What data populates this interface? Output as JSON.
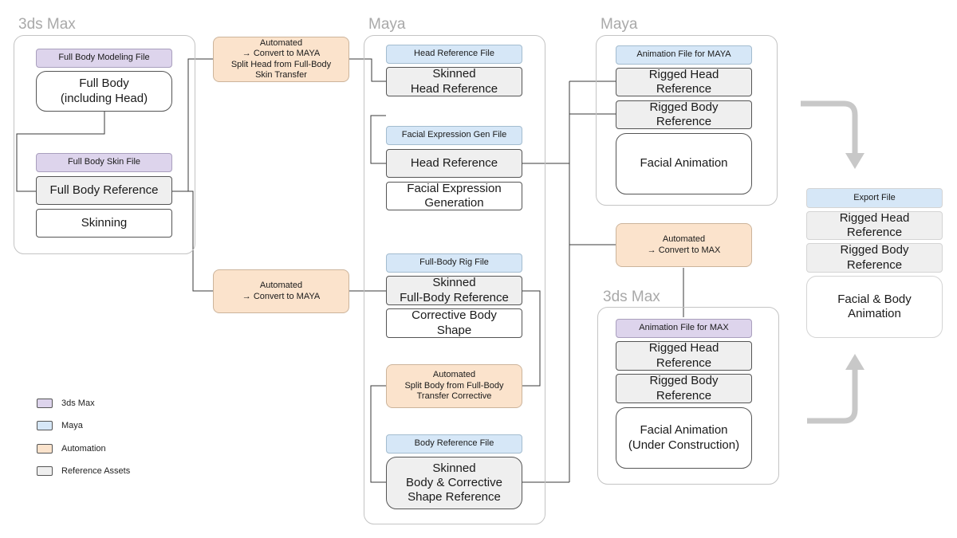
{
  "sections": {
    "max_left": "3ds Max",
    "maya_mid": "Maya",
    "maya_right": "Maya",
    "max_right": "3ds Max"
  },
  "left": {
    "modeling_file": "Full Body Modeling File",
    "full_body": "Full Body\n(including Head)",
    "skin_file": "Full Body Skin File",
    "full_body_reference": "Full Body Reference",
    "skinning": "Skinning"
  },
  "automation": {
    "convert_split": "Automated\n→ Convert to MAYA\nSplit Head from Full-Body\nSkin Transfer",
    "convert_maya": "Automated\n→ Convert to MAYA",
    "convert_max": "Automated\n→ Convert to MAX",
    "split_body": "Automated\nSplit Body from Full-Body\nTransfer Corrective"
  },
  "middle": {
    "head_reference_file": "Head Reference File",
    "skinned_head_reference": "Skinned\nHead Reference",
    "facial_expression_gen_file": "Facial Expression Gen File",
    "head_reference": "Head Reference",
    "facial_expression_generation": "Facial Expression\nGeneration",
    "full_body_rig_file": "Full-Body Rig File",
    "skinned_full_body_reference": "Skinned\nFull-Body Reference",
    "corrective_body_shape": "Corrective Body\nShape",
    "body_reference_file": "Body Reference File",
    "skinned_body_corrective": "Skinned\nBody & Corrective\nShape Reference"
  },
  "maya_anim": {
    "file": "Animation File for MAYA",
    "rigged_head": "Rigged Head\nReference",
    "rigged_body": "Rigged Body\nReference",
    "facial_animation": "Facial Animation"
  },
  "max_anim": {
    "file": "Animation File for MAX",
    "rigged_head": "Rigged Head\nReference",
    "rigged_body": "Rigged Body\nReference",
    "facial_animation": "Facial Animation\n(Under Construction)"
  },
  "export": {
    "file": "Export File",
    "rigged_head": "Rigged Head\nReference",
    "rigged_body": "Rigged Body\nReference",
    "facial_body_animation": "Facial & Body\nAnimation"
  },
  "legend": [
    {
      "label": "3ds Max",
      "color": "#ddd4ec"
    },
    {
      "label": "Maya",
      "color": "#d6e7f7"
    },
    {
      "label": "Automation",
      "color": "#fbe3cc"
    },
    {
      "label": "Reference Assets",
      "color": "#efefef"
    }
  ],
  "colors": {
    "max": "#ddd4ec",
    "maya": "#d6e7f7",
    "automation": "#fbe3cc",
    "reference": "#efefef",
    "arrow": "#c8c8c8"
  }
}
